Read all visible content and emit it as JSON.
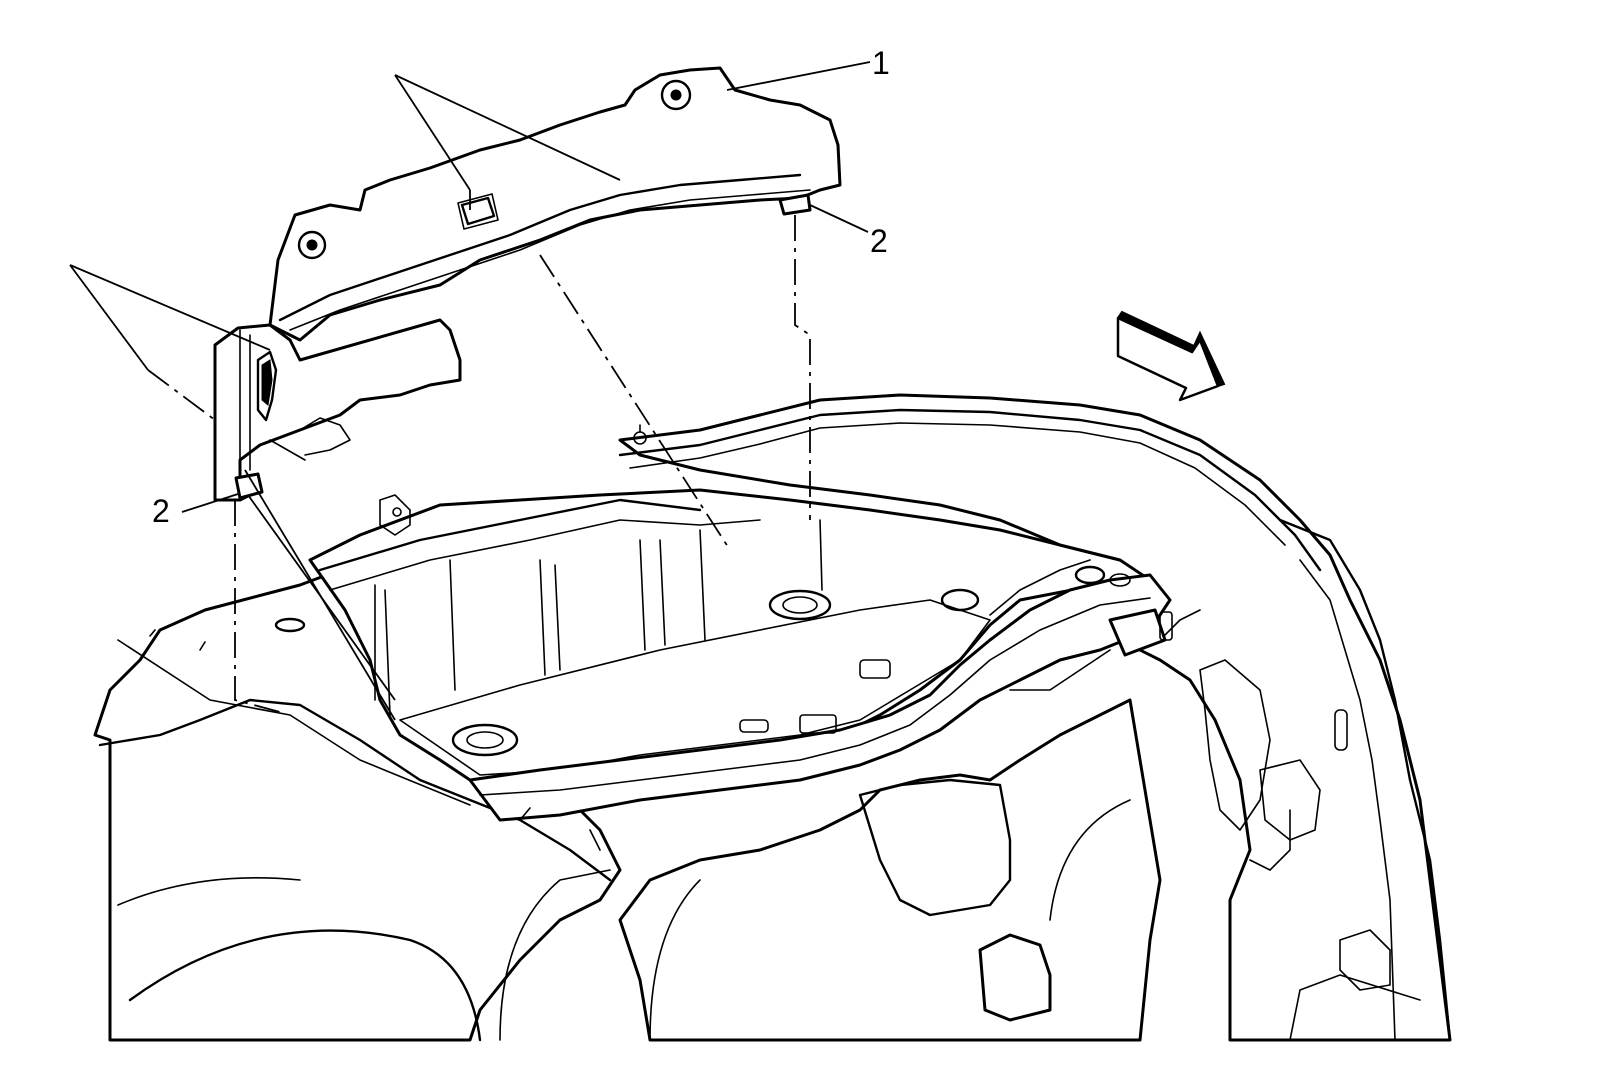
{
  "callouts": [
    {
      "id": "callout-1",
      "text": "1"
    },
    {
      "id": "callout-2-right",
      "text": "2"
    },
    {
      "id": "callout-2-left",
      "text": "2"
    }
  ],
  "colors": {
    "line": "#000000",
    "background": "#ffffff"
  },
  "icons": {
    "direction_arrow": "forward-arrow-icon"
  }
}
